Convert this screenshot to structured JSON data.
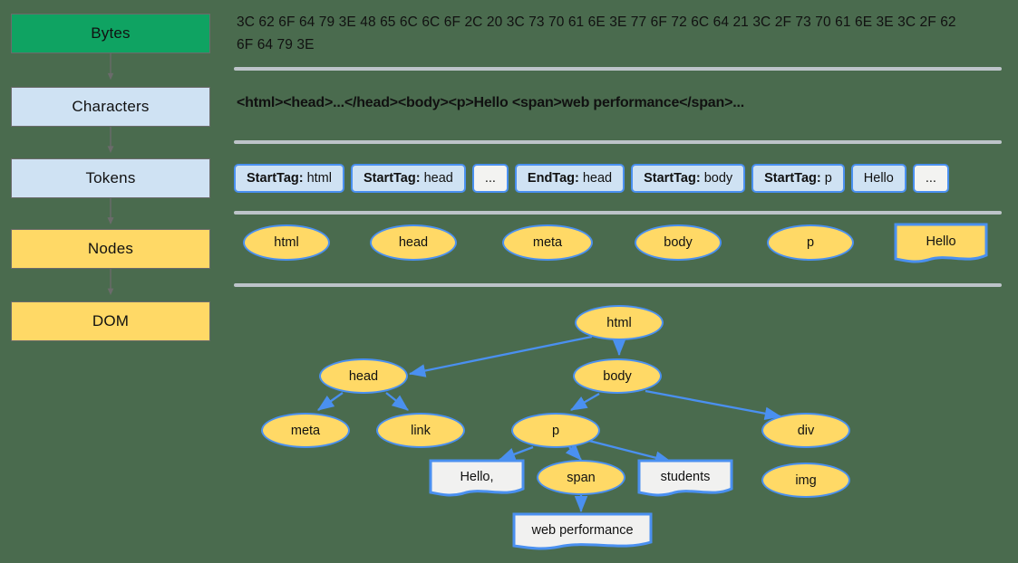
{
  "theme": {
    "background": "#4a6b4e",
    "green": "#0fa362",
    "blue_box": "#cfe2f3",
    "yellow": "#ffd966",
    "node_border": "#4a90f0",
    "text_node_fill": "#f1f1f0",
    "separator": "#bdc4c9",
    "pipeline_arrow": "#6b6b6b"
  },
  "pipeline": {
    "stages": [
      {
        "label": "Bytes",
        "color": "green"
      },
      {
        "label": "Characters",
        "color": "blue"
      },
      {
        "label": "Tokens",
        "color": "blue"
      },
      {
        "label": "Nodes",
        "color": "yellow"
      },
      {
        "label": "DOM",
        "color": "yellow"
      }
    ]
  },
  "bytes": {
    "text": "3C 62 6F 64 79 3E 48 65 6C 6C 6F 2C 20 3C 73 70 61 6E 3E 77 6F 72 6C 64 21 3C 2F 73 70 61 6E 3E 3C 2F 62 6F 64 79 3E"
  },
  "characters": {
    "text": "<html><head>...</head><body><p>Hello <span>web performance</span>..."
  },
  "tokens": {
    "chips": [
      {
        "kind": "StartTag",
        "value": "html",
        "style": "tag"
      },
      {
        "kind": "StartTag",
        "value": "head",
        "style": "tag"
      },
      {
        "kind": "",
        "value": "...",
        "style": "plain"
      },
      {
        "kind": "EndTag",
        "value": "head",
        "style": "tag"
      },
      {
        "kind": "StartTag",
        "value": "body",
        "style": "tag"
      },
      {
        "kind": "StartTag",
        "value": "p",
        "style": "tag"
      },
      {
        "kind": "",
        "value": "Hello",
        "style": "tag"
      },
      {
        "kind": "",
        "value": "...",
        "style": "plain"
      }
    ]
  },
  "nodes_row": {
    "items": [
      {
        "label": "html",
        "shape": "ellipse"
      },
      {
        "label": "head",
        "shape": "ellipse"
      },
      {
        "label": "meta",
        "shape": "ellipse"
      },
      {
        "label": "body",
        "shape": "ellipse"
      },
      {
        "label": "p",
        "shape": "ellipse"
      },
      {
        "label": "Hello",
        "shape": "document"
      }
    ]
  },
  "dom_tree": {
    "nodes": [
      {
        "id": "html",
        "label": "html",
        "shape": "ellipse"
      },
      {
        "id": "head",
        "label": "head",
        "shape": "ellipse"
      },
      {
        "id": "body",
        "label": "body",
        "shape": "ellipse"
      },
      {
        "id": "meta",
        "label": "meta",
        "shape": "ellipse"
      },
      {
        "id": "link",
        "label": "link",
        "shape": "ellipse"
      },
      {
        "id": "p",
        "label": "p",
        "shape": "ellipse"
      },
      {
        "id": "div",
        "label": "div",
        "shape": "ellipse"
      },
      {
        "id": "hello",
        "label": "Hello,",
        "shape": "document"
      },
      {
        "id": "span",
        "label": "span",
        "shape": "ellipse"
      },
      {
        "id": "students",
        "label": "students",
        "shape": "document"
      },
      {
        "id": "img",
        "label": "img",
        "shape": "ellipse"
      },
      {
        "id": "webperf",
        "label": "web performance",
        "shape": "document"
      }
    ],
    "edges": [
      {
        "from": "html",
        "to": "head"
      },
      {
        "from": "html",
        "to": "body"
      },
      {
        "from": "head",
        "to": "meta"
      },
      {
        "from": "head",
        "to": "link"
      },
      {
        "from": "body",
        "to": "p"
      },
      {
        "from": "body",
        "to": "div"
      },
      {
        "from": "p",
        "to": "hello"
      },
      {
        "from": "p",
        "to": "span"
      },
      {
        "from": "p",
        "to": "students"
      },
      {
        "from": "span",
        "to": "webperf"
      },
      {
        "from": "div",
        "to": "img"
      }
    ]
  }
}
